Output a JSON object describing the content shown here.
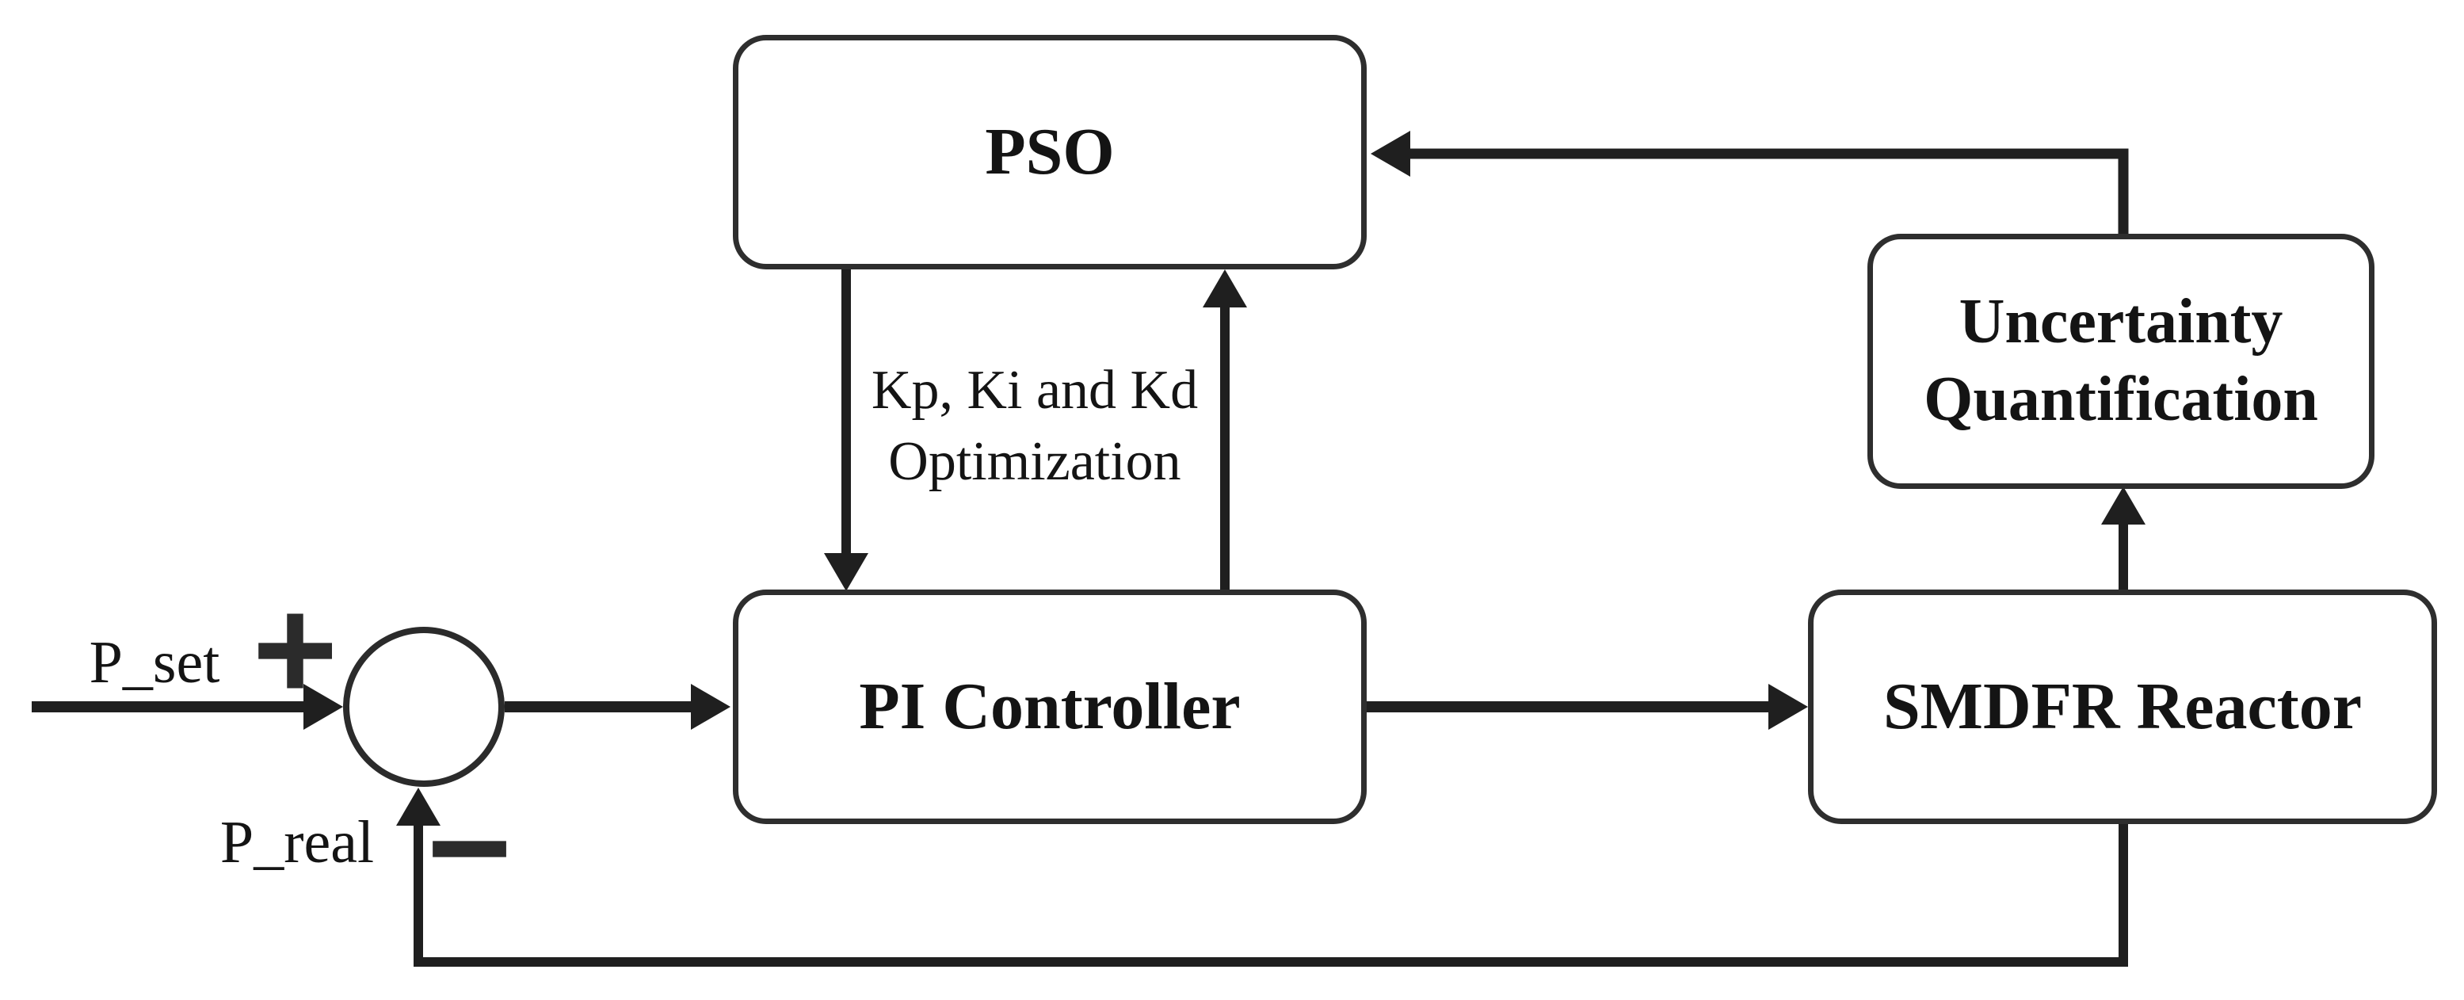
{
  "colors": {
    "background": "#ffffff",
    "wire_stroke": "#1f1f1f",
    "box_border": "#2e2e2e",
    "text": "#141414"
  },
  "blocks": {
    "pso": {
      "label": "PSO"
    },
    "uncertainty_quantification": {
      "line1": "Uncertainty",
      "line2": "Quantification"
    },
    "pi_controller": {
      "label": "PI Controller"
    },
    "smdfr_reactor": {
      "label": "SMDFR Reactor"
    }
  },
  "signals": {
    "p_set": "P_set",
    "p_real": "P_real",
    "plus": "+",
    "minus": "−"
  },
  "annotations": {
    "optimization_line1": "Kp, Ki and Kd",
    "optimization_line2": "Optimization"
  }
}
